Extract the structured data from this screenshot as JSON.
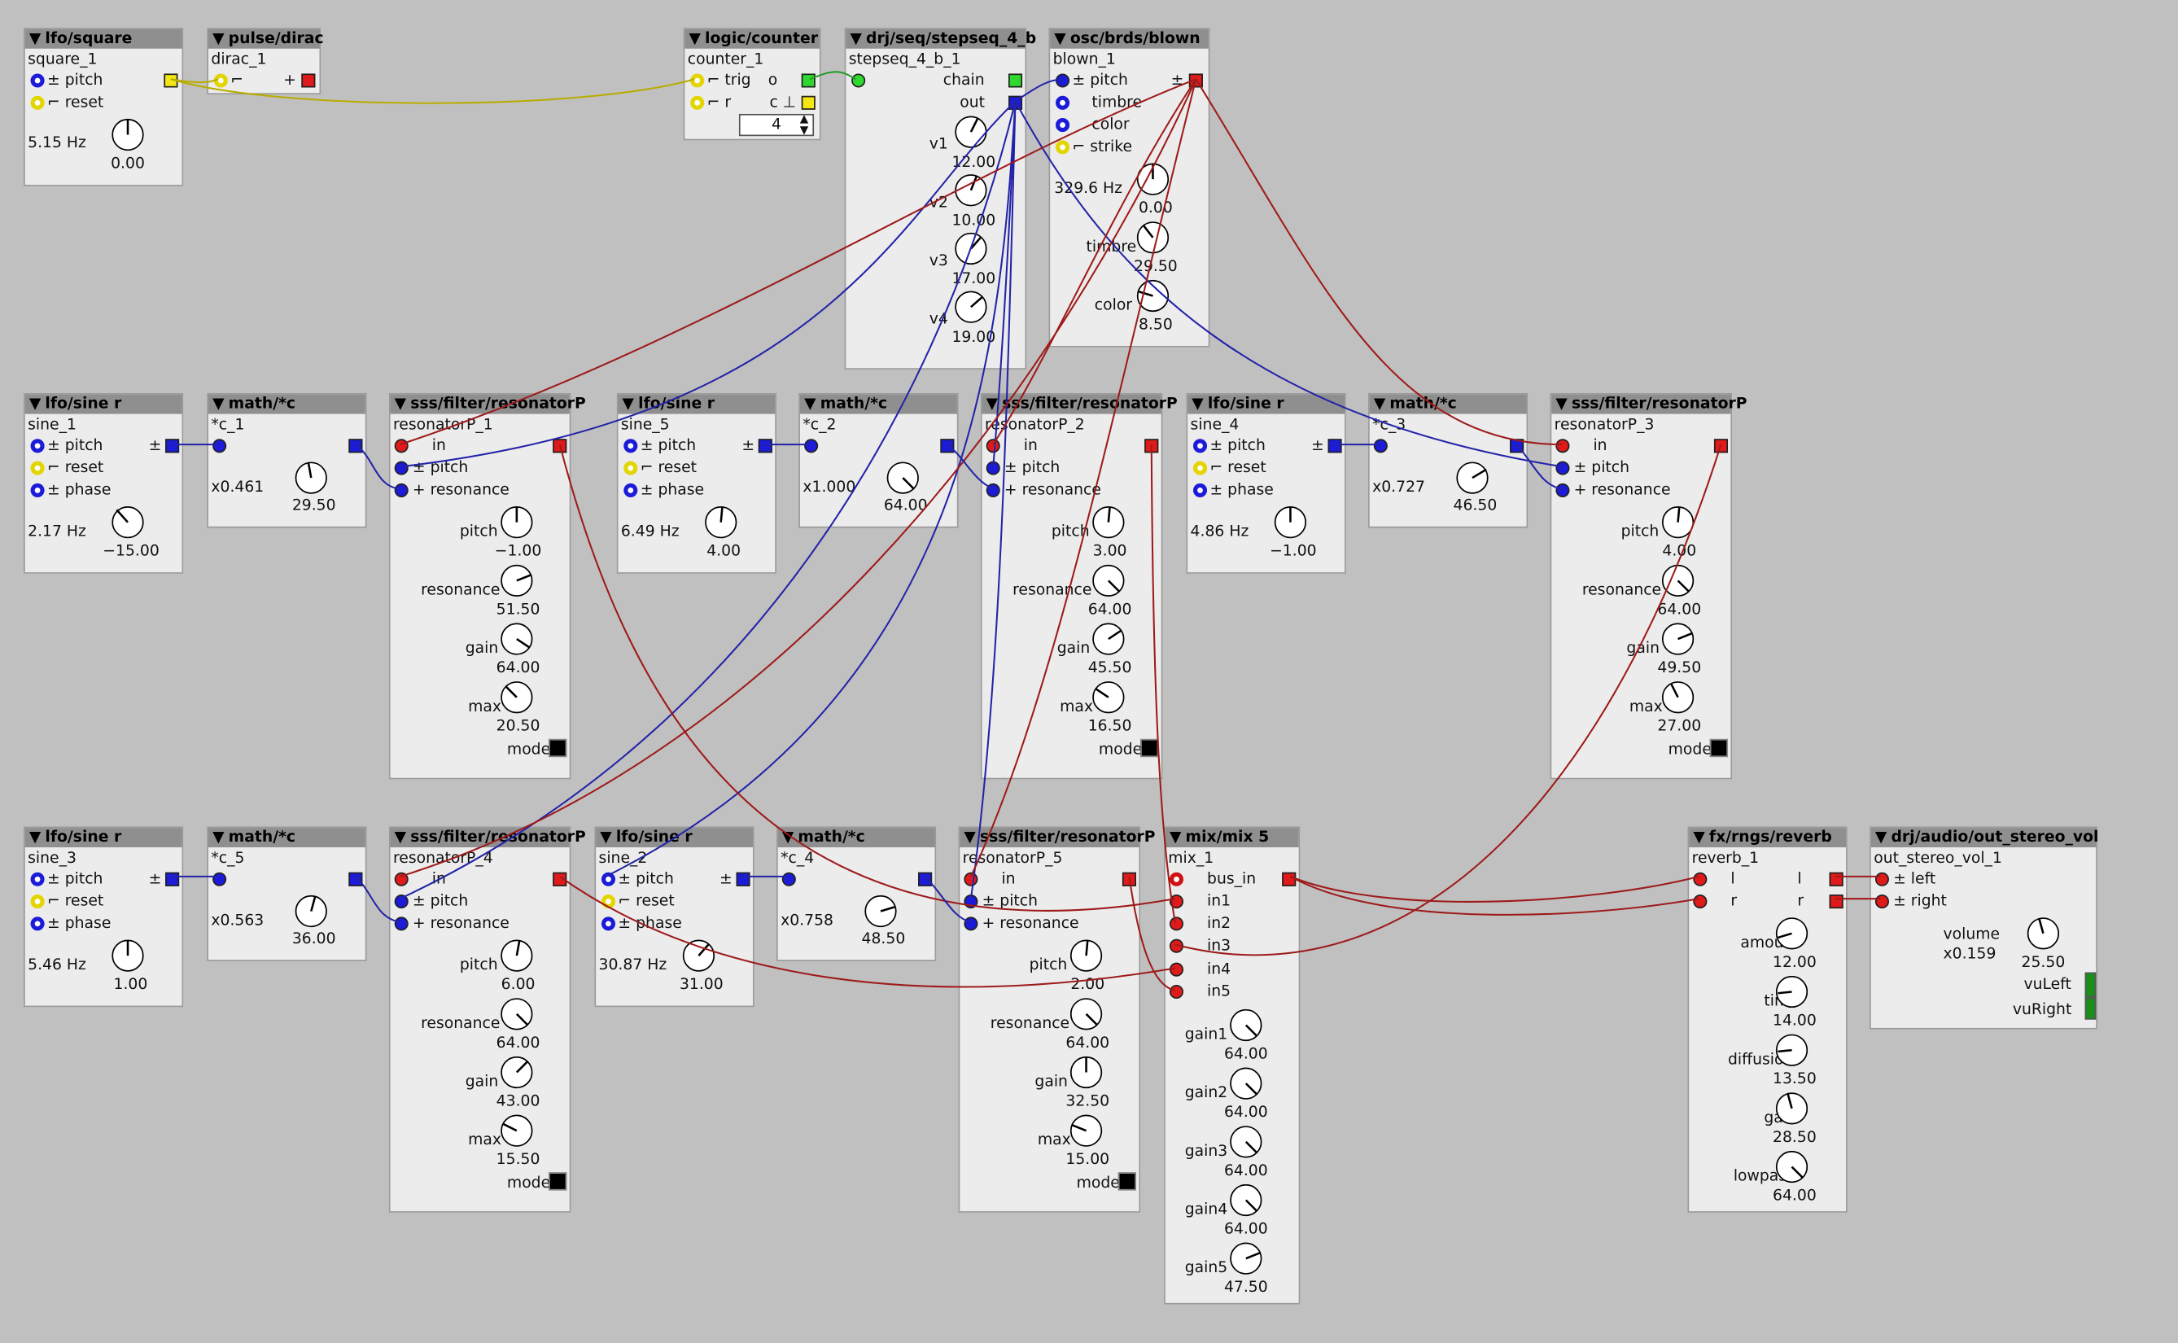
{
  "colors": {
    "background": "#c0c0c0",
    "panel": "#ececec",
    "header": "#8f8f8f",
    "pin_blue": "#1b1bd8",
    "pin_red": "#e01a1a",
    "pin_yellow": "#f4e515",
    "pin_green": "#2fd82f",
    "wire_red": "#9e1a1a",
    "wire_blue": "#2323a8",
    "wire_yellow": "#b8ac00",
    "wire_green": "#2a9a2a"
  },
  "objects": {
    "lfo_square": {
      "type": "lfo/square",
      "name": "square_1",
      "pitch": "pitch",
      "reset": "reset",
      "freq": "5.15 Hz",
      "knob": "0.00"
    },
    "dirac": {
      "type": "pulse/dirac",
      "name": "dirac_1"
    },
    "counter": {
      "type": "logic/counter",
      "name": "counter_1",
      "trig": "trig",
      "r": "r",
      "o": "o",
      "c": "c",
      "value": "4"
    },
    "stepseq": {
      "type": "drj/seq/stepseq_4_b",
      "name": "stepseq_4_b_1",
      "chain": "chain",
      "out": "out",
      "v1": "v1",
      "v1_val": "12.00",
      "v2": "v2",
      "v2_val": "10.00",
      "v3": "v3",
      "v3_val": "17.00",
      "v4": "v4",
      "v4_val": "19.00"
    },
    "blown": {
      "type": "osc/brds/blown",
      "name": "blown_1",
      "pitch": "pitch",
      "timbre": "timbre",
      "color": "color",
      "strike": "strike",
      "freq": "329.6 Hz",
      "knob1": "0.00",
      "timbre_lbl": "timbre",
      "timbre_val": "29.50",
      "color_lbl": "color",
      "color_val": "8.50"
    },
    "sine1": {
      "type": "lfo/sine r",
      "name": "sine_1",
      "pitch": "pitch",
      "reset": "reset",
      "phase": "phase",
      "freq": "2.17 Hz",
      "knob": "−15.00"
    },
    "c1": {
      "type": "math/*c",
      "name": "*c_1",
      "mult": "x0.461",
      "knob": "29.50"
    },
    "res1": {
      "type": "sss/filter/resonatorP",
      "name": "resonatorP_1",
      "in": "in",
      "pitch": "pitch",
      "resonance": "resonance",
      "pitch_lbl": "pitch",
      "pitch_val": "−1.00",
      "res_lbl": "resonance",
      "res_val": "51.50",
      "gain_lbl": "gain",
      "gain_val": "64.00",
      "max_lbl": "max",
      "max_val": "20.50",
      "mode": "mode"
    },
    "sine5": {
      "type": "lfo/sine r",
      "name": "sine_5",
      "pitch": "pitch",
      "reset": "reset",
      "phase": "phase",
      "freq": "6.49 Hz",
      "knob": "4.00"
    },
    "c2": {
      "type": "math/*c",
      "name": "*c_2",
      "mult": "x1.000",
      "knob": "64.00"
    },
    "res2": {
      "type": "sss/filter/resonatorP",
      "name": "resonatorP_2",
      "in": "in",
      "pitch": "pitch",
      "resonance": "resonance",
      "pitch_lbl": "pitch",
      "pitch_val": "3.00",
      "res_lbl": "resonance",
      "res_val": "64.00",
      "gain_lbl": "gain",
      "gain_val": "45.50",
      "max_lbl": "max",
      "max_val": "16.50",
      "mode": "mode"
    },
    "sine4": {
      "type": "lfo/sine r",
      "name": "sine_4",
      "pitch": "pitch",
      "reset": "reset",
      "phase": "phase",
      "freq": "4.86 Hz",
      "knob": "−1.00"
    },
    "c3": {
      "type": "math/*c",
      "name": "*c_3",
      "mult": "x0.727",
      "knob": "46.50"
    },
    "res3": {
      "type": "sss/filter/resonatorP",
      "name": "resonatorP_3",
      "in": "in",
      "pitch": "pitch",
      "resonance": "resonance",
      "pitch_lbl": "pitch",
      "pitch_val": "4.00",
      "res_lbl": "resonance",
      "res_val": "64.00",
      "gain_lbl": "gain",
      "gain_val": "49.50",
      "max_lbl": "max",
      "max_val": "27.00",
      "mode": "mode"
    },
    "sine3": {
      "type": "lfo/sine r",
      "name": "sine_3",
      "pitch": "pitch",
      "reset": "reset",
      "phase": "phase",
      "freq": "5.46 Hz",
      "knob": "1.00"
    },
    "c5": {
      "type": "math/*c",
      "name": "*c_5",
      "mult": "x0.563",
      "knob": "36.00"
    },
    "res4": {
      "type": "sss/filter/resonatorP",
      "name": "resonatorP_4",
      "in": "in",
      "pitch": "pitch",
      "resonance": "resonance",
      "pitch_lbl": "pitch",
      "pitch_val": "6.00",
      "res_lbl": "resonance",
      "res_val": "64.00",
      "gain_lbl": "gain",
      "gain_val": "43.00",
      "max_lbl": "max",
      "max_val": "15.50",
      "mode": "mode"
    },
    "sine2": {
      "type": "lfo/sine r",
      "name": "sine_2",
      "pitch": "pitch",
      "reset": "reset",
      "phase": "phase",
      "freq": "30.87 Hz",
      "knob": "31.00"
    },
    "c4": {
      "type": "math/*c",
      "name": "*c_4",
      "mult": "x0.758",
      "knob": "48.50"
    },
    "res5": {
      "type": "sss/filter/resonatorP",
      "name": "resonatorP_5",
      "in": "in",
      "pitch": "pitch",
      "resonance": "resonance",
      "pitch_lbl": "pitch",
      "pitch_val": "2.00",
      "res_lbl": "resonance",
      "res_val": "64.00",
      "gain_lbl": "gain",
      "gain_val": "32.50",
      "max_lbl": "max",
      "max_val": "15.00",
      "mode": "mode"
    },
    "mix": {
      "type": "mix/mix 5",
      "name": "mix_1",
      "bus_in": "bus_in",
      "in1": "in1",
      "in2": "in2",
      "in3": "in3",
      "in4": "in4",
      "in5": "in5",
      "gain1": "gain1",
      "gain1_val": "64.00",
      "gain2": "gain2",
      "gain2_val": "64.00",
      "gain3": "gain3",
      "gain3_val": "64.00",
      "gain4": "gain4",
      "gain4_val": "64.00",
      "gain5": "gain5",
      "gain5_val": "47.50"
    },
    "reverb": {
      "type": "fx/rngs/reverb",
      "name": "reverb_1",
      "l": "l",
      "r": "r",
      "amount": "amount",
      "amount_val": "12.00",
      "time": "time",
      "time_val": "14.00",
      "diffusion": "diffusion",
      "diffusion_val": "13.50",
      "gain": "gain",
      "gain_val": "28.50",
      "lowpass": "lowpass",
      "lowpass_val": "64.00"
    },
    "out": {
      "type": "drj/audio/out_stereo_vol",
      "name": "out_stereo_vol_1",
      "left": "left",
      "right": "right",
      "volume": "volume",
      "volume_mult": "x0.159",
      "volume_val": "25.50",
      "vuLeft": "vuLeft",
      "vuRight": "vuRight"
    }
  }
}
